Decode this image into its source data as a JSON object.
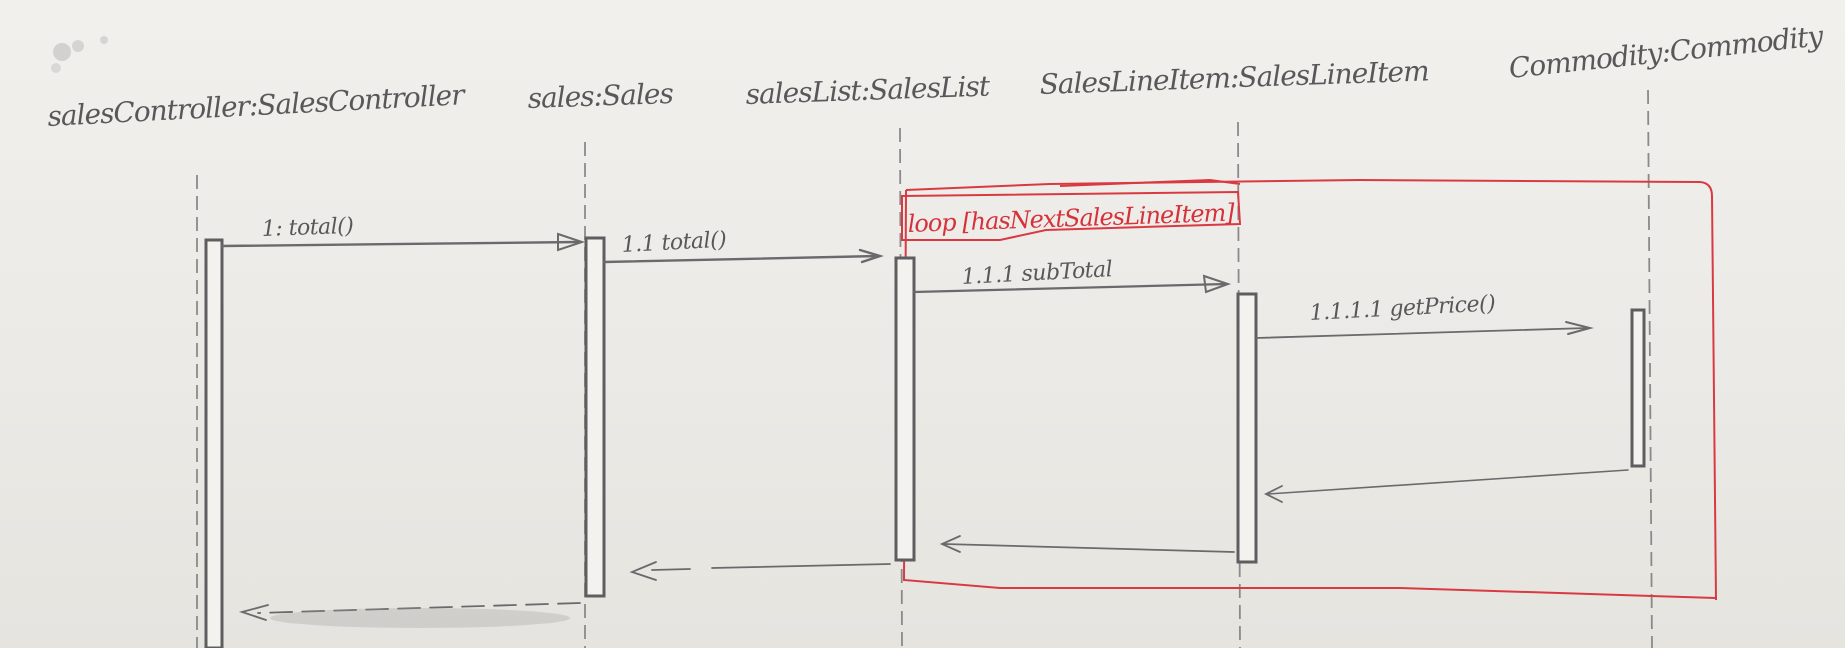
{
  "diagram": {
    "type": "sequence",
    "lifelines": [
      {
        "id": "controller",
        "label": "salesController:SalesController"
      },
      {
        "id": "sales",
        "label": "sales:Sales"
      },
      {
        "id": "saleslist",
        "label": "salesList:SalesList"
      },
      {
        "id": "lineitem",
        "label": "SalesLineItem:SalesLineItem"
      },
      {
        "id": "commodity",
        "label": "Commodity:Commodity"
      }
    ],
    "messages": [
      {
        "from": "controller",
        "to": "sales",
        "label": "1: total()",
        "kind": "call"
      },
      {
        "from": "sales",
        "to": "saleslist",
        "label": "1.1 total()",
        "kind": "call"
      },
      {
        "from": "saleslist",
        "to": "lineitem",
        "label": "1.1.1 subTotal",
        "kind": "call"
      },
      {
        "from": "lineitem",
        "to": "commodity",
        "label": "1.1.1.1 getPrice()",
        "kind": "call"
      },
      {
        "from": "commodity",
        "to": "lineitem",
        "label": "",
        "kind": "return"
      },
      {
        "from": "lineitem",
        "to": "saleslist",
        "label": "",
        "kind": "return"
      },
      {
        "from": "saleslist",
        "to": "sales",
        "label": "",
        "kind": "return"
      },
      {
        "from": "sales",
        "to": "controller",
        "label": "",
        "kind": "return"
      }
    ],
    "fragment": {
      "operator": "loop",
      "guard": "[hasNextSalesLineItem]",
      "label": "loop [hasNextSalesLineItem]",
      "color": "#d93a42"
    },
    "colors": {
      "ink": "#5e5e60",
      "fragment": "#d93a42",
      "paper": "#eceae6"
    }
  }
}
